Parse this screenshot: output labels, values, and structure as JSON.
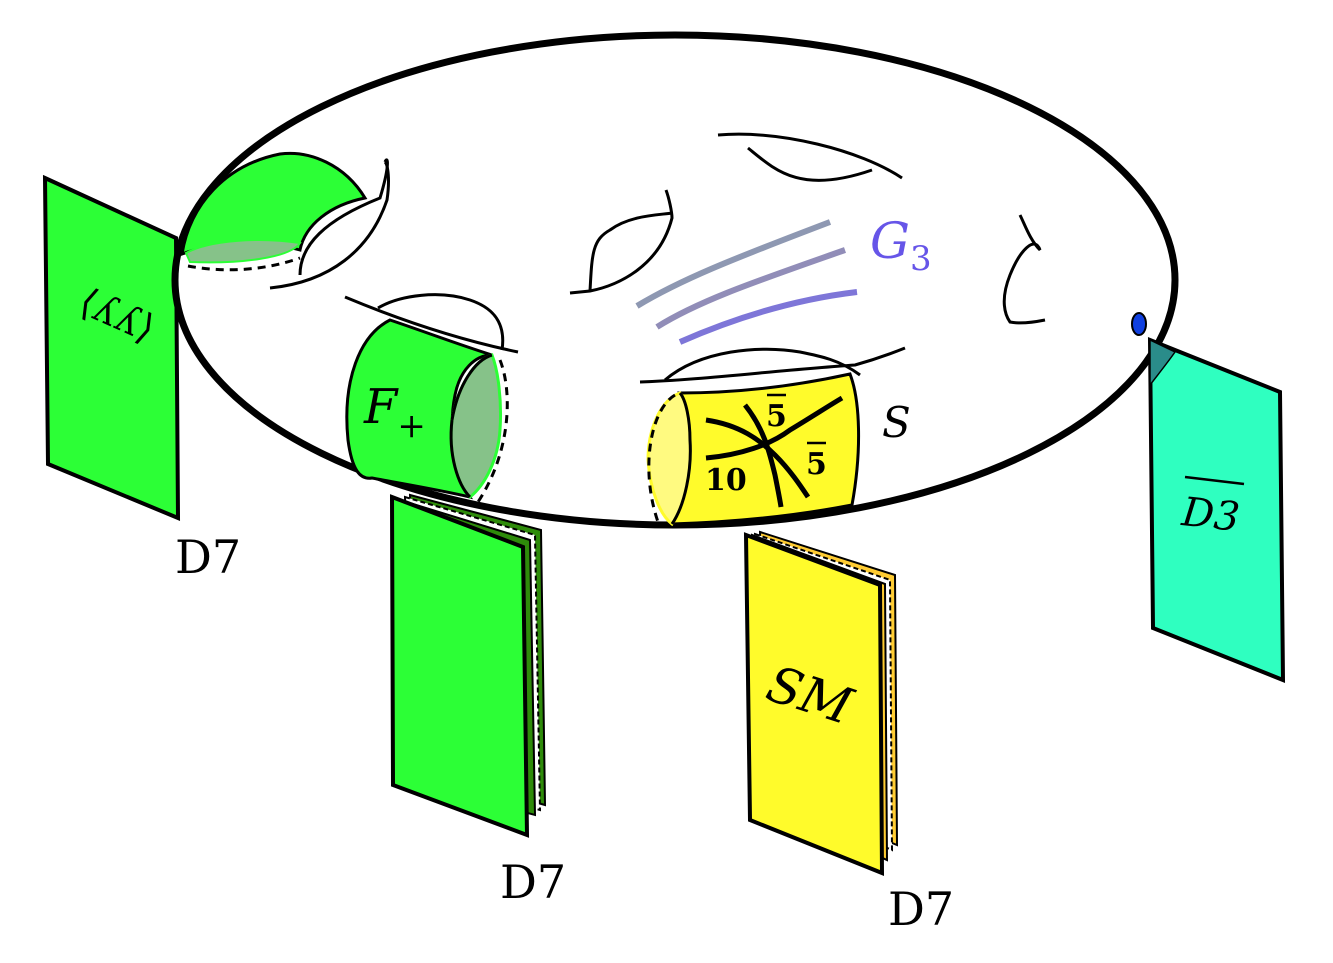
{
  "diagram": {
    "description": "Compact Calabi-Yau threefold (torus-like with holes) with D7-brane stacks, anti-D3-brane and G3 flux",
    "labels": {
      "gaugino": "⟨λλ⟩",
      "d7_left": "D7",
      "f_plus": "F",
      "f_plus_sub": "+",
      "d7_middle": "D7",
      "sm": "SM",
      "d7_right": "D7",
      "s_cycle": "S",
      "rep_10": "10",
      "rep_5bar_top": "5",
      "rep_5bar_right": "5",
      "flux": "G",
      "flux_sub": "3",
      "anti_d3": "D3"
    },
    "colors": {
      "green_brane": "#2CFF36",
      "green_dark": "#2E8B0A",
      "green_cap": "#86C289",
      "yellow_brane": "#FFFB2B",
      "yellow_light": "#FFFA80",
      "orange_edge": "#FFCC33",
      "teal_brane": "#2FFFC0",
      "teal_dark": "#2A8C8A",
      "flux_gray": "#8E98B2",
      "flux_purple": "#7E76D8",
      "flux_text": "#6655E8",
      "blue_point": "#1040E0",
      "outline": "#000000"
    }
  }
}
